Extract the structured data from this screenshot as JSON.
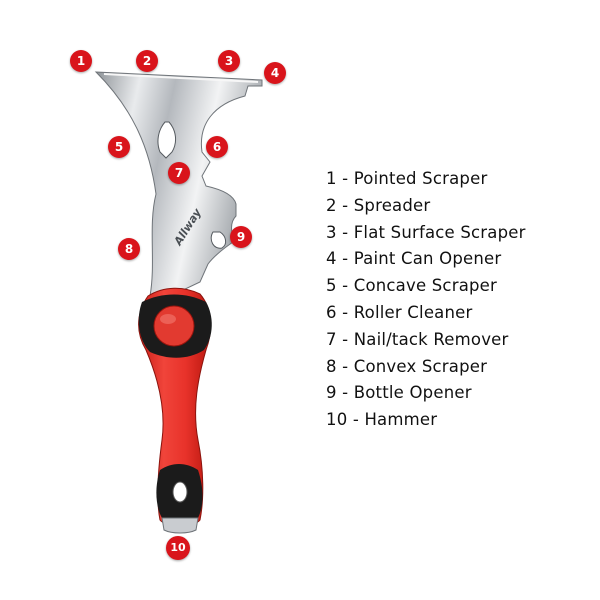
{
  "colors": {
    "marker": "#d9141b",
    "handle": "#e8322a",
    "grip": "#1b1b1b",
    "blade": "#c9ccd0"
  },
  "tool": {
    "brand": "Allway"
  },
  "markers": [
    "1",
    "2",
    "3",
    "4",
    "5",
    "6",
    "7",
    "8",
    "9",
    "10"
  ],
  "legend": [
    "1 - Pointed Scraper",
    "2 - Spreader",
    "3 - Flat Surface Scraper",
    "4 - Paint Can Opener",
    "5 - Concave Scraper",
    "6 - Roller Cleaner",
    "7 - Nail/tack Remover",
    "8 - Convex Scraper",
    "9 - Bottle Opener",
    "10 - Hammer"
  ]
}
